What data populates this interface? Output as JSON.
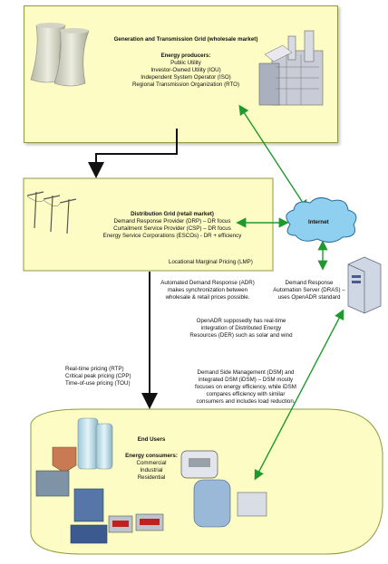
{
  "generation": {
    "title": "Generation and Transmission Grid (wholesale market)",
    "producers_heading": "Energy producers:",
    "producers": [
      "Public Utility",
      "Investor-Owned Utility (IOU)",
      "Independent System Operator (ISO)",
      "Regional Transmission Organization (RTO)"
    ]
  },
  "distribution": {
    "title": "Distribution Grid (retail market)",
    "providers": [
      "Demand Response Provider (DRP) – DR focus",
      "Curtailment Service Provider (CSP) – DR focus",
      "Energy Service Corporations (ESCOs) - DR + efficiency"
    ],
    "lmp": "Locational Marginal Pricing (LMP)"
  },
  "internet": {
    "label": "Internet"
  },
  "dras": {
    "lines": [
      "Demand Response",
      "Automation Server (DRAS) –",
      "uses OpenADR standard"
    ]
  },
  "adr_note": {
    "lines": [
      "Automated Demand Response (ADR)",
      "makes synchronization between",
      "wholesale & retail prices possible."
    ]
  },
  "openadr_note": {
    "lines": [
      "OpenADR supposedly has real-time",
      "integration of Distributed Energy",
      "Resources (DER) such as solar and wind"
    ]
  },
  "pricing": {
    "lines": [
      "Real-time pricing (RTP)",
      "Critical peak pricing (CPP)",
      "Time-of-use pricing (TOU)"
    ]
  },
  "dsm_note": {
    "lines": [
      "Demand Side Management (DSM) and",
      "integrated DSM (iDSM) – DSM mostly",
      "focuses on energy efficiency, while iDSM",
      "compares efficiency with similar",
      "consumers and includes load reduction."
    ]
  },
  "end_users": {
    "title": "End Users",
    "consumers_heading": "Energy consumers:",
    "consumers": [
      "Commercial",
      "Industrial",
      "Residential"
    ]
  },
  "colors": {
    "box_fill": "#fcfcc4",
    "box_border": "#8c9a40",
    "green_arrow": "#1e9a2c",
    "black_arrow": "#111111",
    "cloud": "#8fd0f0"
  },
  "icons": [
    "cooling-towers-icon",
    "power-plant-icon",
    "power-poles-icon",
    "server-icon",
    "cloud-icon",
    "silo-icon",
    "meter-icon",
    "machinery-icon"
  ]
}
